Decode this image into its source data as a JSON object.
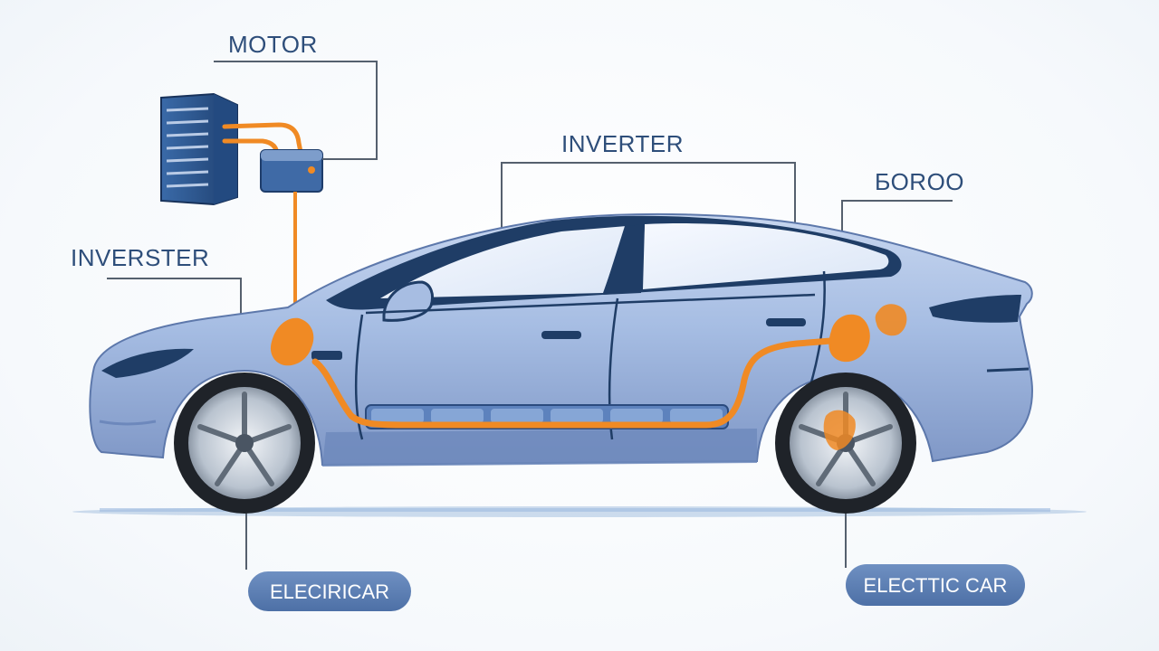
{
  "labels": {
    "motor": "MOTOR",
    "inverter_top": "INVERTER",
    "inverter_left": "INVERSTER",
    "boroo": "ƂOROO",
    "pill_left": "ELECIRICAR",
    "pill_right": "ELECTTIC CAR"
  },
  "colors": {
    "body": "#9fb5dc",
    "body_dark": "#6e87b8",
    "glass": "#eef4fc",
    "trim": "#1f3d66",
    "wire": "#f08a24",
    "tire": "#262a30",
    "rim": "#c9d2dc",
    "pill": "#5b7fb4",
    "text": "#2e4e7a",
    "leader": "#55606e"
  },
  "icons": {
    "motor_block": "server-tower-icon",
    "inverter_box": "inverter-box-icon",
    "battery": "battery-pack-icon",
    "wheel": "wheel-icon"
  }
}
